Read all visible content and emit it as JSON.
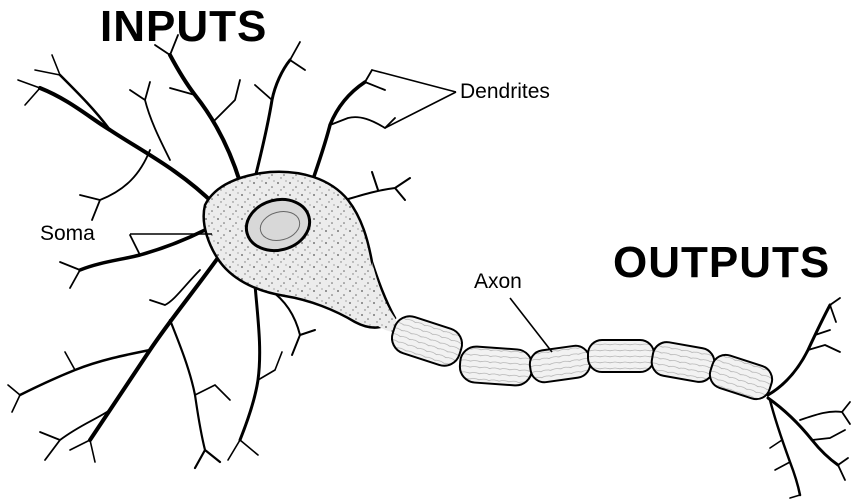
{
  "titles": {
    "inputs": "INPUTS",
    "outputs": "OUTPUTS"
  },
  "labels": {
    "dendrites": "Dendrites",
    "soma": "Soma",
    "axon": "Axon"
  },
  "colors": {
    "ink": "#000000",
    "background": "#ffffff",
    "cell_fill": "#e6e6e6"
  }
}
